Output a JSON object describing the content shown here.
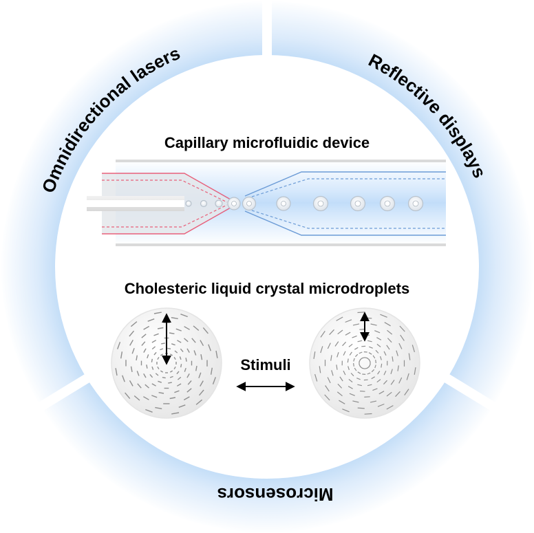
{
  "ring_labels": {
    "top_left": "Omnidirectional lasers",
    "top_right": "Reflective displays",
    "bottom": "Microsensors"
  },
  "device": {
    "title": "Capillary microfluidic device"
  },
  "microdroplets": {
    "title": "Cholesteric liquid crystal microdroplets",
    "stimuli_label": "Stimuli"
  },
  "colors": {
    "ring_outer": "#ffffff",
    "ring_inner": "#bcd9f5",
    "channel_blue": "#cfe4fb",
    "inner_capillary_red": "#e8607a",
    "collection_blue": "#6b9bd6",
    "droplet_gray": "#9a9a9a"
  }
}
